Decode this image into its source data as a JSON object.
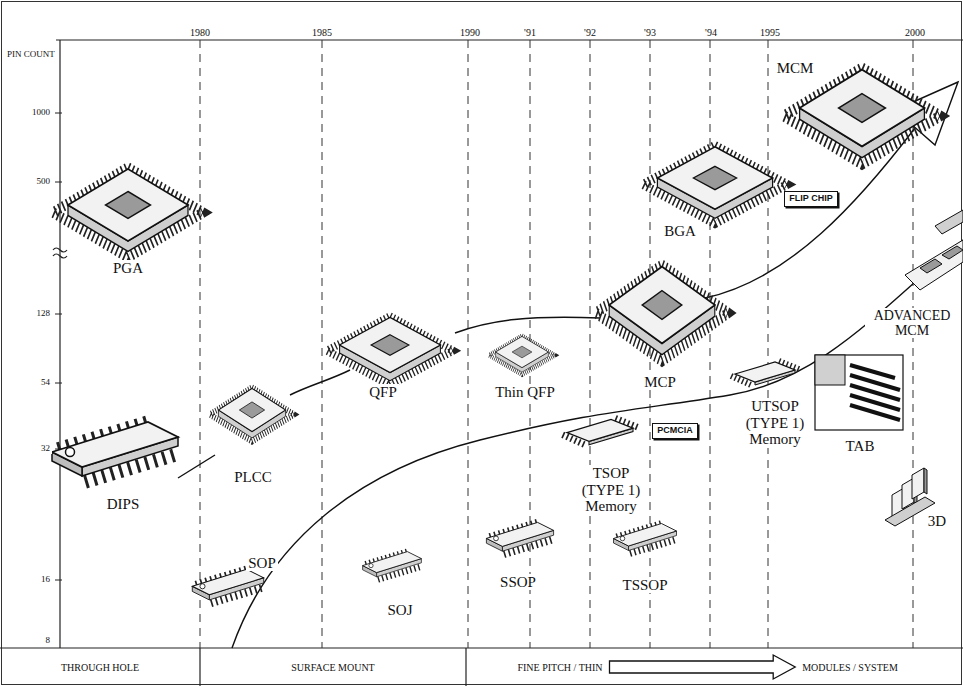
{
  "diagram": {
    "nodes": [
      {
        "text": [
          "FLIP CHIP"
        ]
      },
      {
        "text": [
          "PCMCIA"
        ]
      },
      {
        "text": [
          "THROUGH HOLE"
        ]
      },
      {
        "text": [
          "SURFACE MOUNT"
        ]
      },
      {
        "text": [
          "FINE PITCH / THIN"
        ]
      },
      {
        "text": [
          "MODULES / SYSTEM"
        ]
      }
    ],
    "edges": [
      {
        "from": 4,
        "to": 5,
        "arrow": "to"
      }
    ],
    "labels": [
      "PIN COUNT",
      "1980",
      "1985",
      "1990",
      "'91",
      "'92",
      "'93",
      "'94",
      "1995",
      "2000",
      "1000",
      "500",
      "128",
      "54",
      "32",
      "16",
      "8",
      "PGA",
      "DIPS",
      "PLCC",
      "QFP",
      "SOP",
      "SOJ",
      "Thin QFP",
      "SSOP",
      "MCP",
      "TSOP (TYPE 1) Memory",
      "TSSOP",
      "BGA",
      "MCM",
      "UTSOP (TYPE 1) Memory",
      "TAB",
      "ADVANCED MCM",
      "3D"
    ]
  }
}
